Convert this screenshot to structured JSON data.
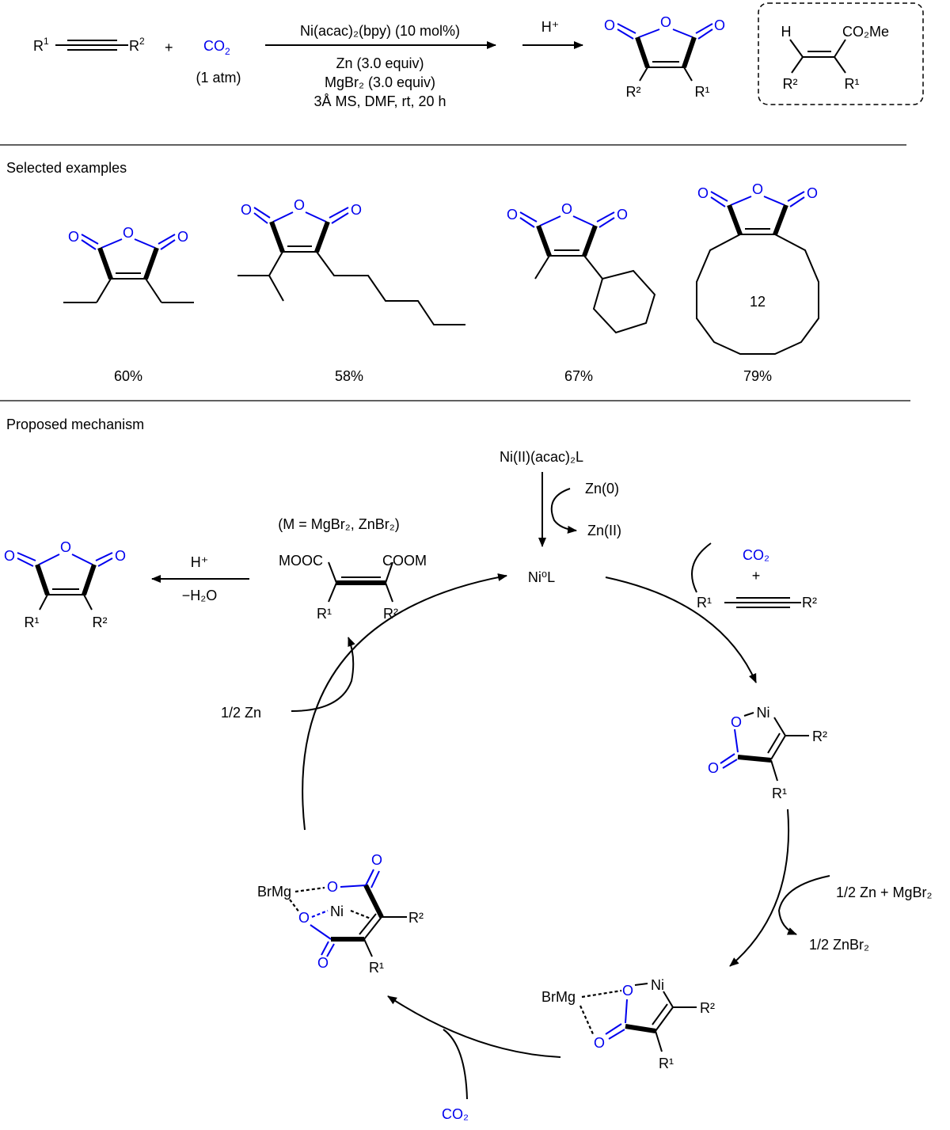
{
  "colors": {
    "highlight": "#0000ee",
    "ink": "#000000"
  },
  "reaction": {
    "alkyne_r1": "R",
    "alkyne_r1_sup": "1",
    "alkyne_r2": "R",
    "alkyne_r2_sup": "2",
    "plus": "+",
    "co2_label": "CO",
    "co2_sub": "2",
    "co2_pressure": "(1 atm)",
    "catalyst": "Ni(acac)₂(bpy) (10 mol%)",
    "reductant": "Zn (3.0 equiv)",
    "additive": "MgBr₂ (3.0 equiv)",
    "conditions": "3Å MS, DMF, rt, 20 h",
    "acid_label": "H⁺",
    "product_r2": "R²",
    "product_r1": "R¹",
    "side_product": {
      "h_label": "H",
      "ester_label": "CO₂Me",
      "r2": "R²",
      "r1": "R¹"
    }
  },
  "examples": {
    "section_title": "Selected examples",
    "ring_size_label": "12",
    "yields": [
      "60%",
      "58%",
      "67%",
      "79%"
    ]
  },
  "mechanism": {
    "section_title": "Proposed mechanism",
    "precatalyst": "Ni(II)(acac)₂L",
    "zn0": "Zn(0)",
    "zn2": "Zn(II)",
    "ni0": "Ni⁰L",
    "co2_in": "CO₂",
    "plus": "+",
    "alkyne_r1": "R¹",
    "alkyne_r2": "R²",
    "nickelacycle": {
      "ni": "Ni",
      "o": "O",
      "o_exo": "O",
      "r2": "R²",
      "r1": "R¹"
    },
    "zn_mgbr2": "1/2 Zn + MgBr₂",
    "znbr2": "1/2 ZnBr₂",
    "mg_intermediate": {
      "brmg": "BrMg",
      "ni": "Ni",
      "r2": "R²",
      "r1": "R¹"
    },
    "co2_bottom": "CO₂",
    "dicarboxylate_ni": {
      "brmg": "BrMg",
      "ni": "Ni",
      "r2": "R²",
      "r1": "R¹"
    },
    "half_zn": "1/2 Zn",
    "metal_def": "(M = MgBr₂, ZnBr₂)",
    "left_ester": "MOOC",
    "right_ester": "COOM",
    "salt_r1": "R¹",
    "salt_r2": "R²",
    "h_plus": "H⁺",
    "minus_water": "−H₂O",
    "final_r1": "R¹",
    "final_r2": "R²"
  }
}
